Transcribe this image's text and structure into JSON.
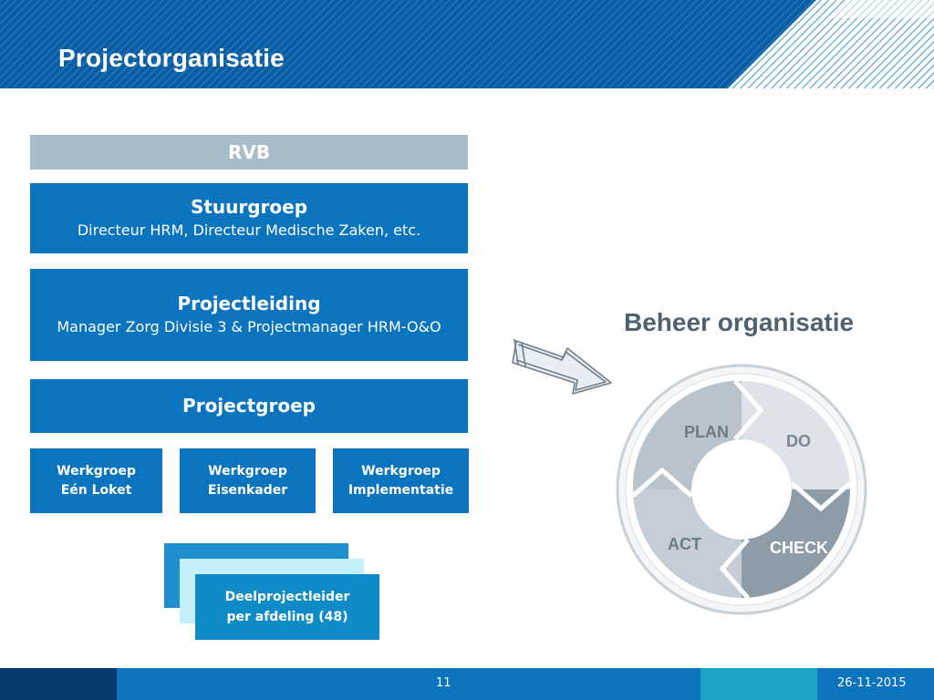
{
  "slide": {
    "title": "Projectorganisatie",
    "org": {
      "rvb": "RVB",
      "stuurgroep": {
        "title": "Stuurgroep",
        "subtitle": "Directeur HRM, Directeur Medische Zaken, etc."
      },
      "projectleiding": {
        "title": "Projectleiding",
        "subtitle": "Manager Zorg Divisie 3 & Projectmanager HRM-O&O"
      },
      "projectgroep": "Projectgroep",
      "werkgroepen": [
        {
          "line1": "Werkgroep",
          "line2": "Eén Loket"
        },
        {
          "line1": "Werkgroep",
          "line2": "Eisenkader"
        },
        {
          "line1": "Werkgroep",
          "line2": "Implementatie"
        }
      ],
      "deelprojectleider": {
        "line1": "Deelprojectleider",
        "line2": "per afdeling (48)"
      }
    },
    "beheer": {
      "title": "Beheer organisatie",
      "cycle": [
        "PLAN",
        "DO",
        "CHECK",
        "ACT"
      ]
    },
    "footer": {
      "page": "11",
      "date": "26-11-2015"
    },
    "colors": {
      "header_blue": "#0b5fa5",
      "box_blue": "#0b74bf",
      "rvb_gray": "#a8bcc9",
      "heading_gray": "#4e6272"
    }
  }
}
